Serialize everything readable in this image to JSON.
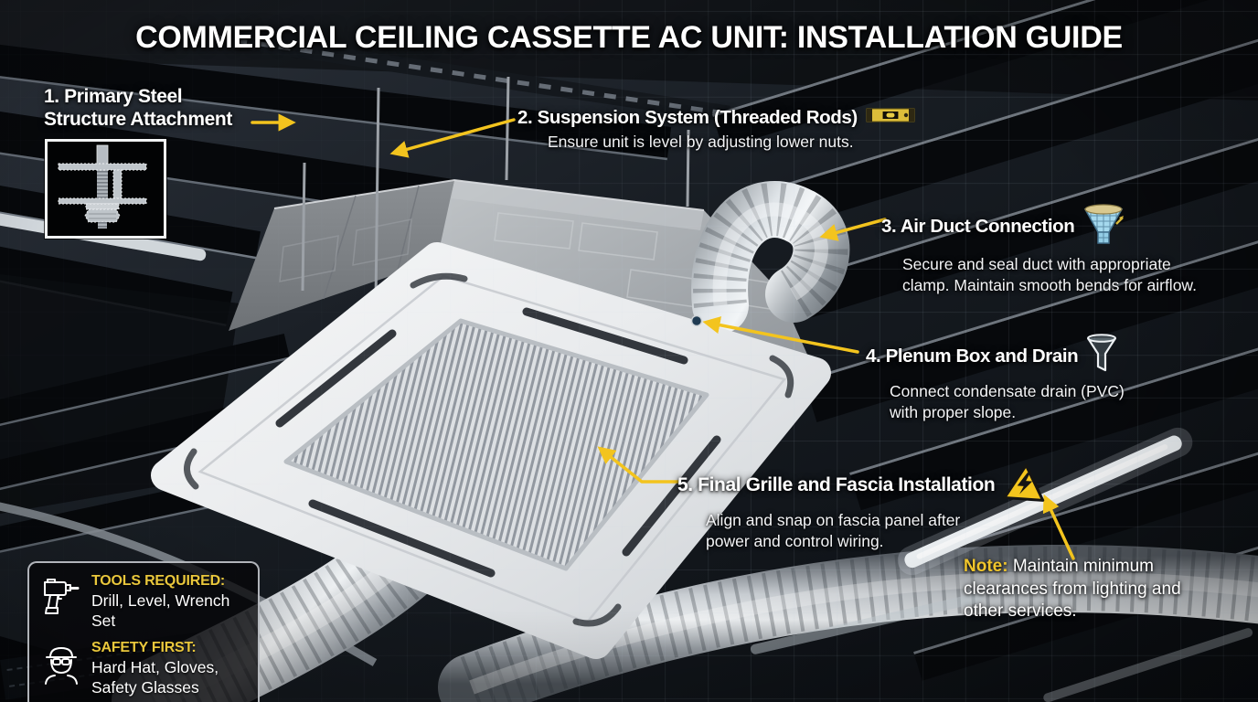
{
  "title": "COMMERCIAL CEILING CASSETTE AC UNIT: INSTALLATION GUIDE",
  "colors": {
    "accent_yellow": "#f2c41f",
    "heading_white": "#ffffff",
    "info_heading_yellow": "#e9c73c"
  },
  "steps": [
    {
      "id": 1,
      "title": "1. Primary Steel\nStructure Attachment",
      "description": "",
      "icon": "steel-attachment-detail-inset"
    },
    {
      "id": 2,
      "title": "2. Suspension System (Threaded Rods)",
      "description": "Ensure unit is level by adjusting lower nuts.",
      "icon": "spirit-level-icon"
    },
    {
      "id": 3,
      "title": "3. Air Duct Connection",
      "description": "Secure and seal duct with appropriate\nclamp. Maintain smooth bends for airflow.",
      "icon": "duct-funnel-icon"
    },
    {
      "id": 4,
      "title": "4. Plenum Box and Drain",
      "description": "Connect condensate drain (PVC)\nwith proper slope.",
      "icon": "funnel-icon"
    },
    {
      "id": 5,
      "title": "5. Final Grille and Fascia Installation",
      "description": "Align and snap on fascia panel after\npower and control wiring.",
      "icon": "electrical-hazard-icon"
    }
  ],
  "note": {
    "label": "Note:",
    "text": " Maintain minimum clearances from lighting and other services."
  },
  "info_box": {
    "tools_heading": "TOOLS REQUIRED:",
    "tools_items": "Drill, Level, Wrench Set",
    "tools_icon": "drill-icon",
    "safety_heading": "SAFETY FIRST:",
    "safety_items": "Hard Hat, Gloves,\nSafety Glasses",
    "safety_icon": "safety-worker-icon"
  }
}
